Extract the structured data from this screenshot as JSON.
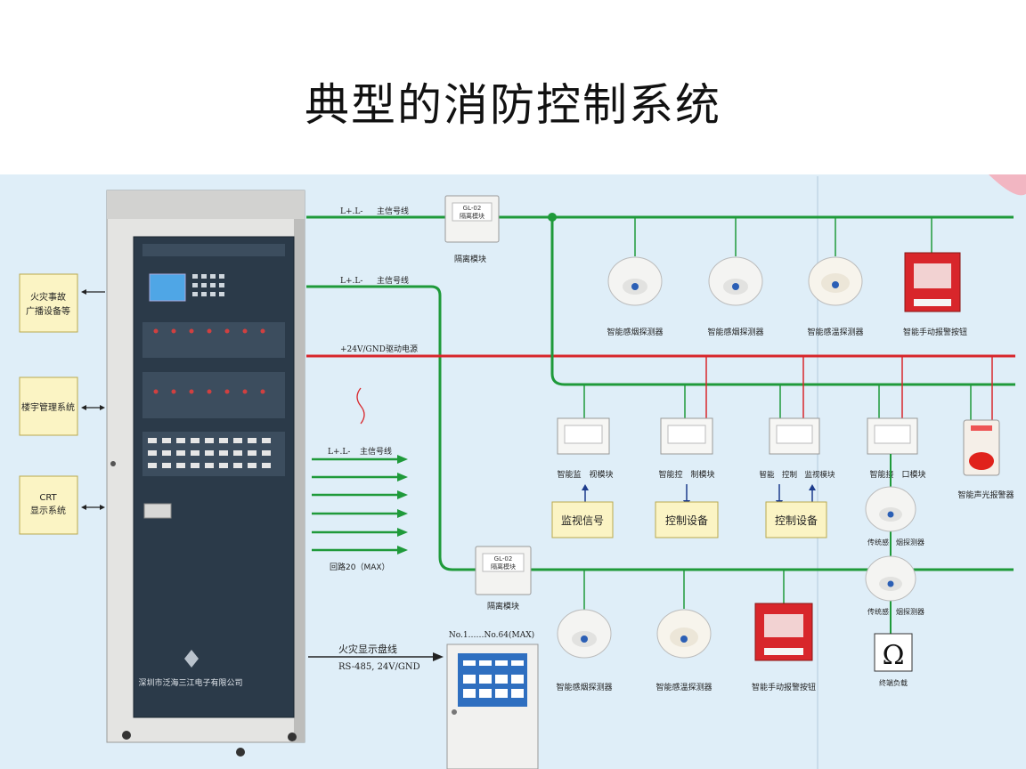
{
  "title": "典型的消防控制系统",
  "systems": {
    "broadcast": [
      "火灾事故",
      "广播设备等"
    ],
    "building": "楼宇管理系统",
    "crt": [
      "CRT",
      "显示系统"
    ]
  },
  "cabinet_maker": "深圳市泛海三江电子有限公司",
  "bus": {
    "main1_code": "L+.L-",
    "main1_label": "主信号线",
    "main2_code": "L+.L-",
    "main2_label": "主信号线",
    "power_code": "+24V/GND",
    "power_label": "驱动电源",
    "loop_code": "L+.L-",
    "loop_label": "主信号线",
    "loop_count": "回路20（MAX）",
    "display_line": "火灾显示盘线",
    "display_line2": "RS-485, 24V/GND"
  },
  "isolator": {
    "code": "GL-02",
    "name": "隔离模块",
    "label_top": "隔离模块",
    "label_bottom": "隔离模块"
  },
  "top_devices": [
    "智能感烟探测器",
    "智能感烟探测器",
    "智能感温探测器",
    "智能手动报警按钮"
  ],
  "modules": [
    {
      "label": "智能监　视模块",
      "target": "监视信号"
    },
    {
      "label": "智能控　制模块",
      "target": "控制设备"
    },
    {
      "label": "智能　控制　监视模块",
      "target": "控制设备"
    },
    {
      "label": "智能接　口模块",
      "target": ""
    }
  ],
  "sounder_label": "智能声光报警器",
  "conventional": [
    "传统感　烟探测器",
    "传统感　烟探测器"
  ],
  "terminal": {
    "symbol": "Ω",
    "label": "终端负载"
  },
  "bottom_devices": [
    "智能感烟探测器",
    "智能感温探测器",
    "智能手动报警按钮"
  ],
  "display_panel_range": "No.1……No.64(MAX)",
  "colors": {
    "signal": "#1f9a3a",
    "power": "#d8262b",
    "box_fill": "#fbf4c4",
    "box_border": "#b9a94e"
  }
}
